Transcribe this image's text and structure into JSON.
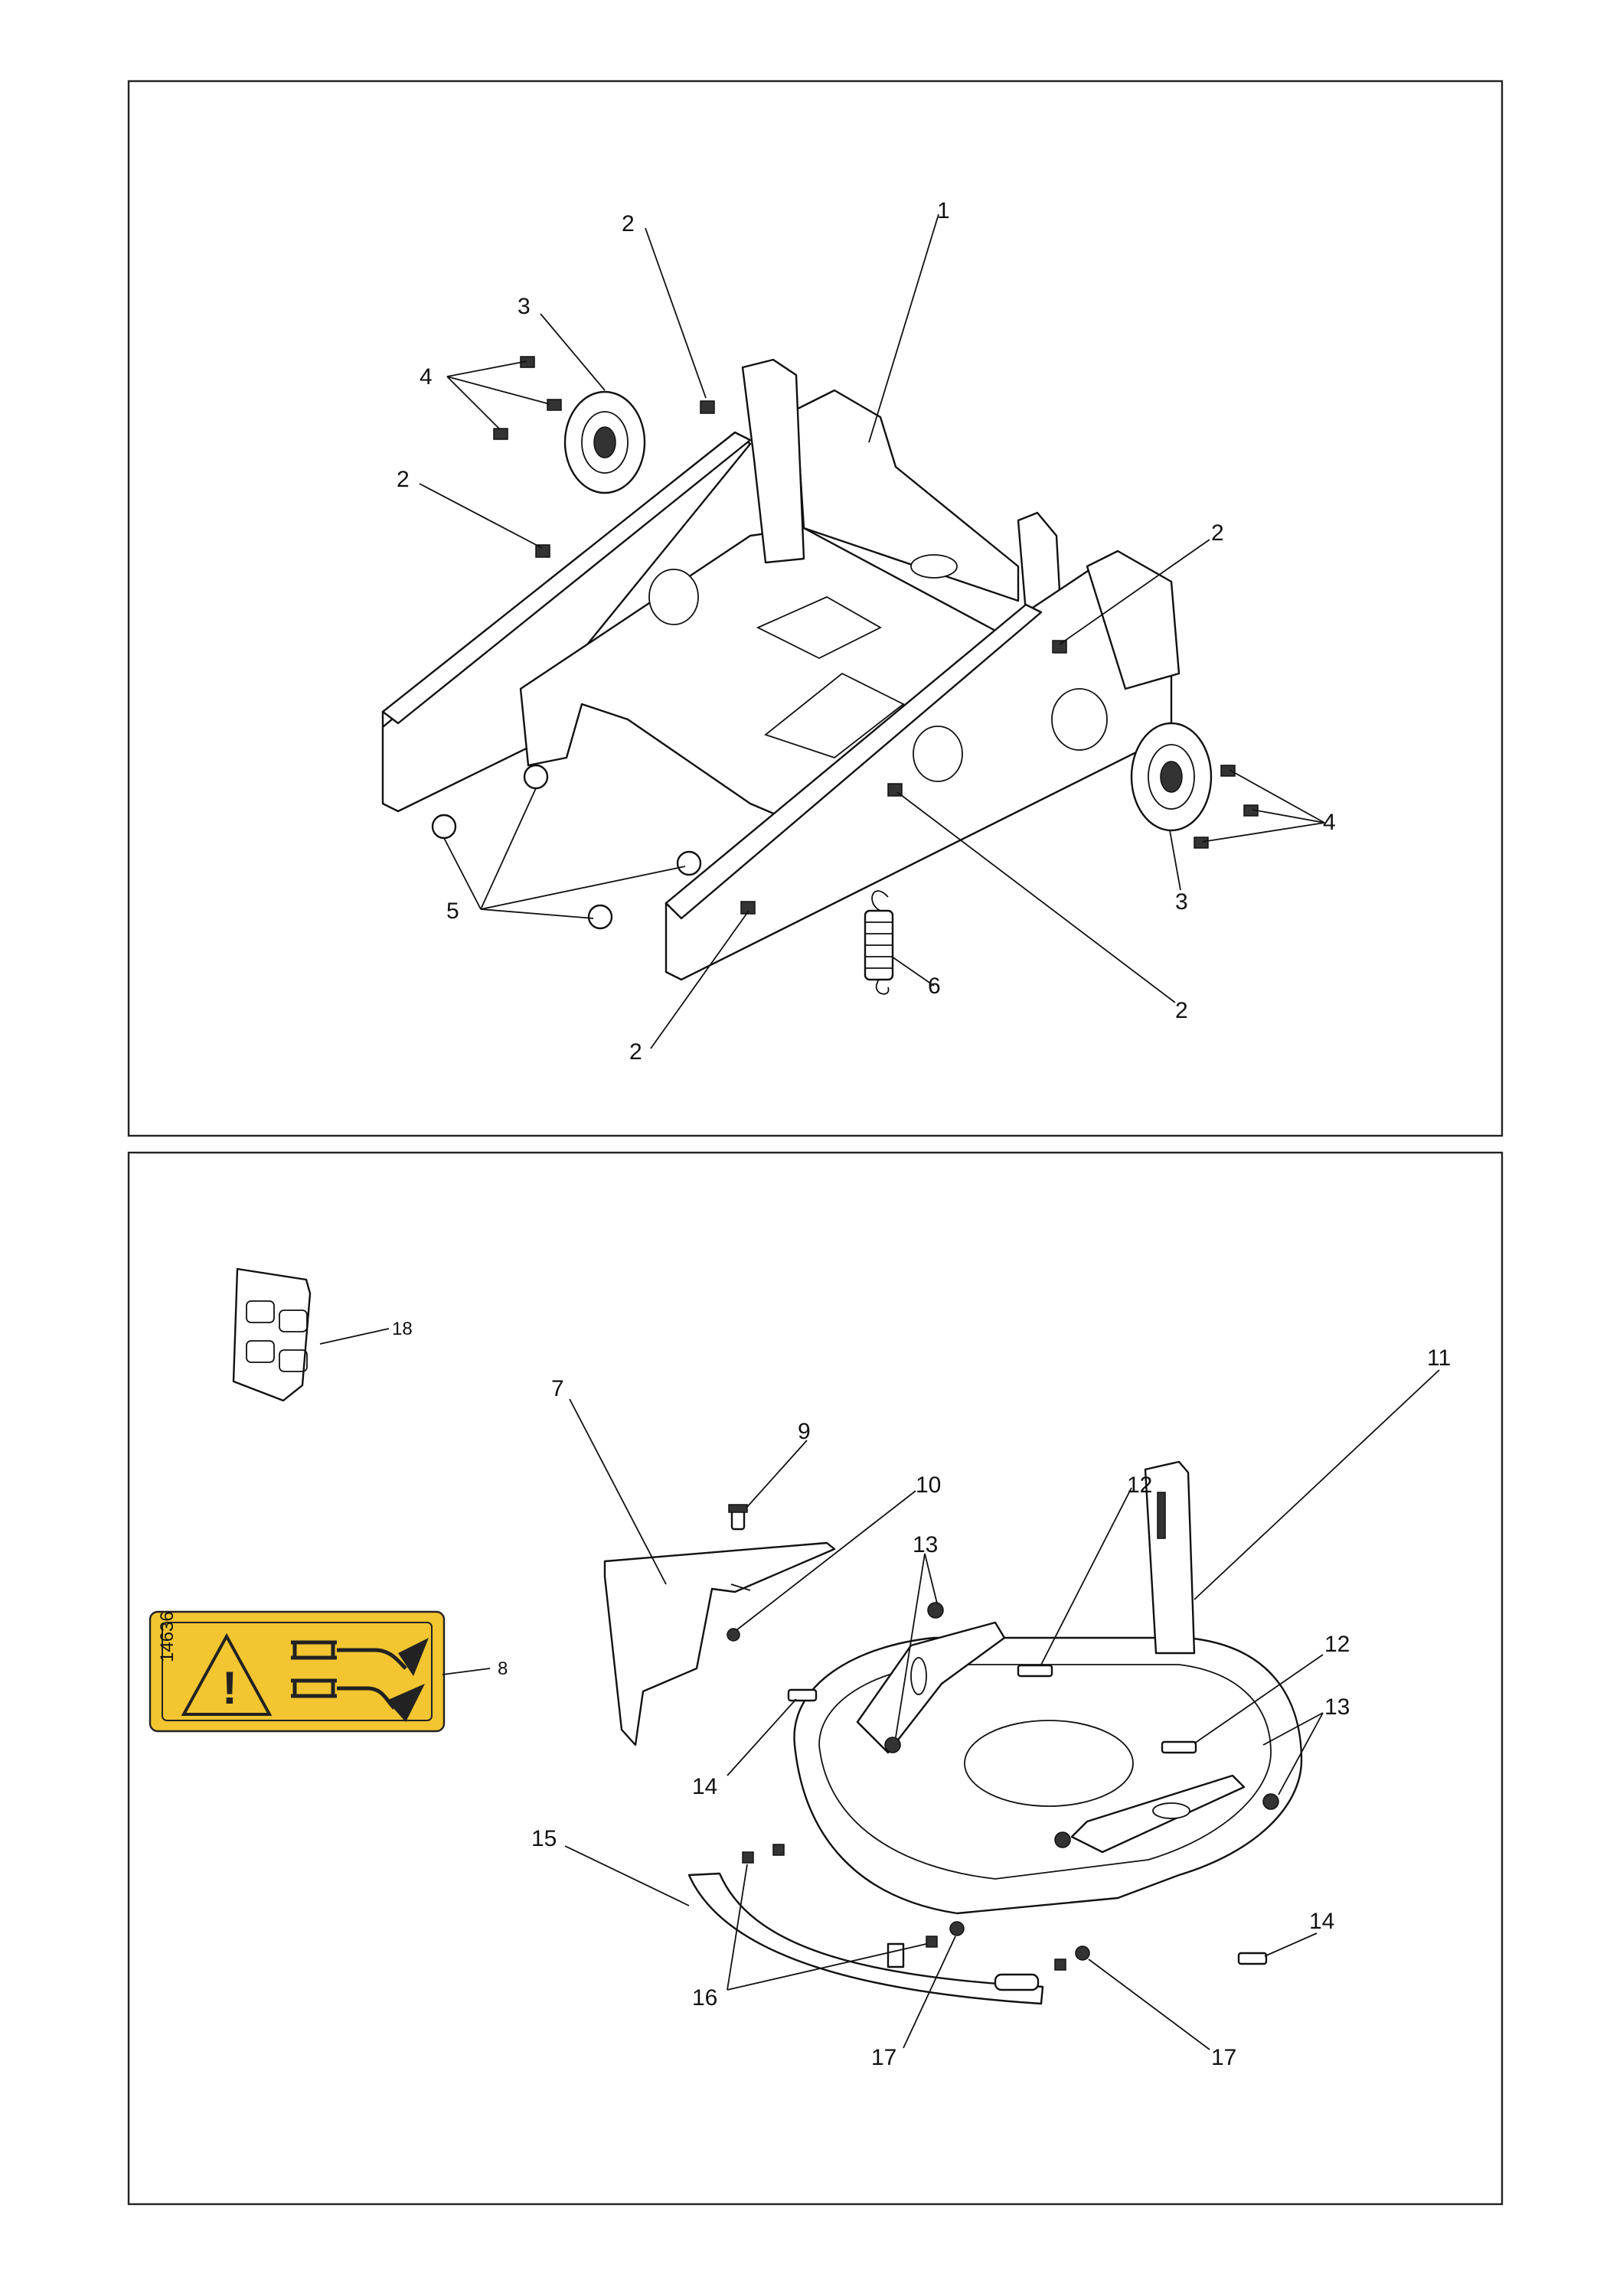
{
  "diagram": {
    "top_panel": {
      "labels": [
        {
          "id": "l1",
          "text": "1"
        },
        {
          "id": "l2a",
          "text": "2"
        },
        {
          "id": "l3a",
          "text": "3"
        },
        {
          "id": "l4a",
          "text": "4"
        },
        {
          "id": "l2b",
          "text": "2"
        },
        {
          "id": "l2c",
          "text": "2"
        },
        {
          "id": "l4b",
          "text": "4"
        },
        {
          "id": "l3b",
          "text": "3"
        },
        {
          "id": "l5",
          "text": "5"
        },
        {
          "id": "l6",
          "text": "6"
        },
        {
          "id": "l2d",
          "text": "2"
        },
        {
          "id": "l2e",
          "text": "2"
        }
      ]
    },
    "bottom_panel": {
      "labels": [
        {
          "id": "l18",
          "text": "18"
        },
        {
          "id": "l7",
          "text": "7"
        },
        {
          "id": "l9",
          "text": "9"
        },
        {
          "id": "l10",
          "text": "10"
        },
        {
          "id": "l11",
          "text": "11"
        },
        {
          "id": "l12a",
          "text": "12"
        },
        {
          "id": "l13a",
          "text": "13"
        },
        {
          "id": "l8",
          "text": "8"
        },
        {
          "id": "l12b",
          "text": "12"
        },
        {
          "id": "l13b",
          "text": "13"
        },
        {
          "id": "l14a",
          "text": "14"
        },
        {
          "id": "l15",
          "text": "15"
        },
        {
          "id": "l14b",
          "text": "14"
        },
        {
          "id": "l16",
          "text": "16"
        },
        {
          "id": "l17a",
          "text": "17"
        },
        {
          "id": "l17b",
          "text": "17"
        }
      ],
      "decal": {
        "code": "14636",
        "background_color": "#f2c531",
        "border_color": "#222222"
      }
    }
  }
}
